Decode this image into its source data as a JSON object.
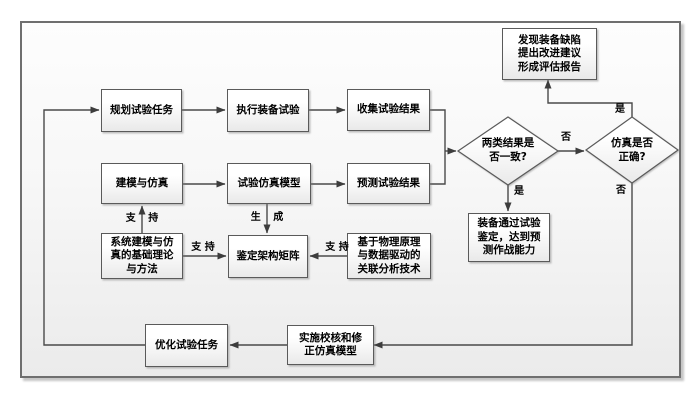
{
  "diagram": {
    "type": "flowchart",
    "nodes": {
      "plan": "规划试验任务",
      "execute": "执行装备试验",
      "collect": "收集试验结果",
      "modeling": "建模与仿真",
      "sim_model": "试验仿真模型",
      "predict": "预测试验结果",
      "defect_report": "发现装备缺陷\n提出改进建议\n形成评估报告",
      "pass_qualification": "装备通过试验\n鉴定，达到预\n测作战能力",
      "theory": "系统建模与仿\n真的基础理论\n与方法",
      "matrix": "鉴定架构矩阵",
      "physics": "基于物理原理\n与数据驱动的\n关联分析技术",
      "optimize": "优化试验任务",
      "revise": "实施校核和修\n正仿真模型"
    },
    "decisions": {
      "consistency": "两类结果是\n否一致?",
      "sim_correct": "仿真是否\n正确?"
    },
    "edge_labels": {
      "consistency_no": "否",
      "consistency_yes": "是",
      "sim_yes": "是",
      "sim_no": "否",
      "support_theory_modeling": "支 持",
      "support_theory_matrix": "支 持",
      "support_physics_matrix": "支 持",
      "generate": "生 成"
    },
    "colors": {
      "line": "#4a4a4a",
      "arrowhead": "#3d3d3d",
      "node_border": "#5a5a5a",
      "frame_border": "#6f6f6f",
      "frame_fill_top": "#fdfdfd",
      "frame_fill_bottom": "#ebebeb",
      "text": "#000000"
    }
  }
}
